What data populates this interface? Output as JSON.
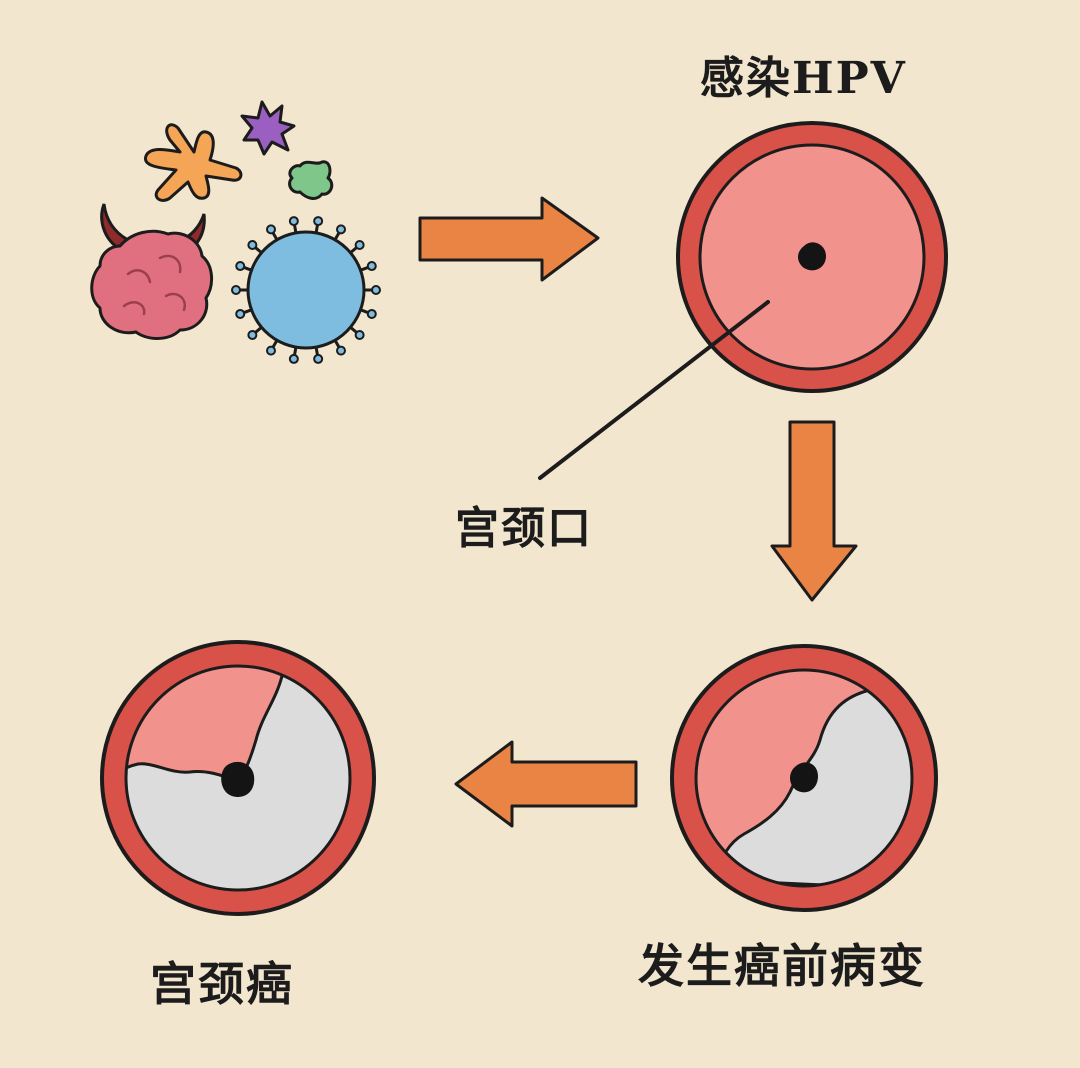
{
  "labels": {
    "infection": "感染HPV",
    "cervix_os": "宫颈口",
    "precancer": "发生癌前病变",
    "cancer": "宫颈癌"
  },
  "colors": {
    "background": "#f3e6cf",
    "cervix_ring": "#d9524a",
    "healthy_tissue": "#f2928c",
    "lesion_tissue": "#dcdcdc",
    "arrow": "#ea8445",
    "cancer_cell": "#e07080",
    "virus": "#7fbde0",
    "outline": "#1c1c1c"
  },
  "stages": [
    {
      "label_key": "infection",
      "lesion_fraction": 0
    },
    {
      "label_key": "precancer",
      "lesion_fraction": 0.5
    },
    {
      "label_key": "cancer",
      "lesion_fraction": 0.75
    }
  ],
  "icons": [
    "cancer-cell-icon",
    "virus-icon",
    "bacteria-icon",
    "germ-icon",
    "microbe-icon"
  ]
}
